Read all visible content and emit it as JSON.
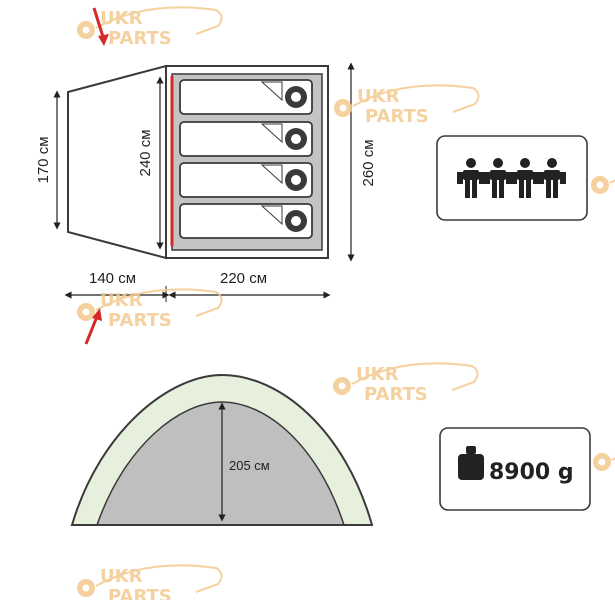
{
  "floor_plan": {
    "vestibule_width_label": "170 см",
    "inner_width_label": "240 см",
    "outer_width_label": "260 см",
    "vestibule_length_label": "140 см",
    "inner_length_label": "220 см",
    "sleeping_bags": 4
  },
  "side_view": {
    "height_label": "205 см"
  },
  "capacity": {
    "persons": 4,
    "icon": "person-icon"
  },
  "weight": {
    "label": "8900 g",
    "icon": "weight-icon"
  },
  "watermark": {
    "text_top": "UKR",
    "text_bottom": "PARTS",
    "color": "#f3c98e"
  },
  "colors": {
    "accent_red": "#d42a2a",
    "outline": "#3a3a3a",
    "fill_gray": "#bfbfbf",
    "dome_green": "#e7f0dc"
  }
}
